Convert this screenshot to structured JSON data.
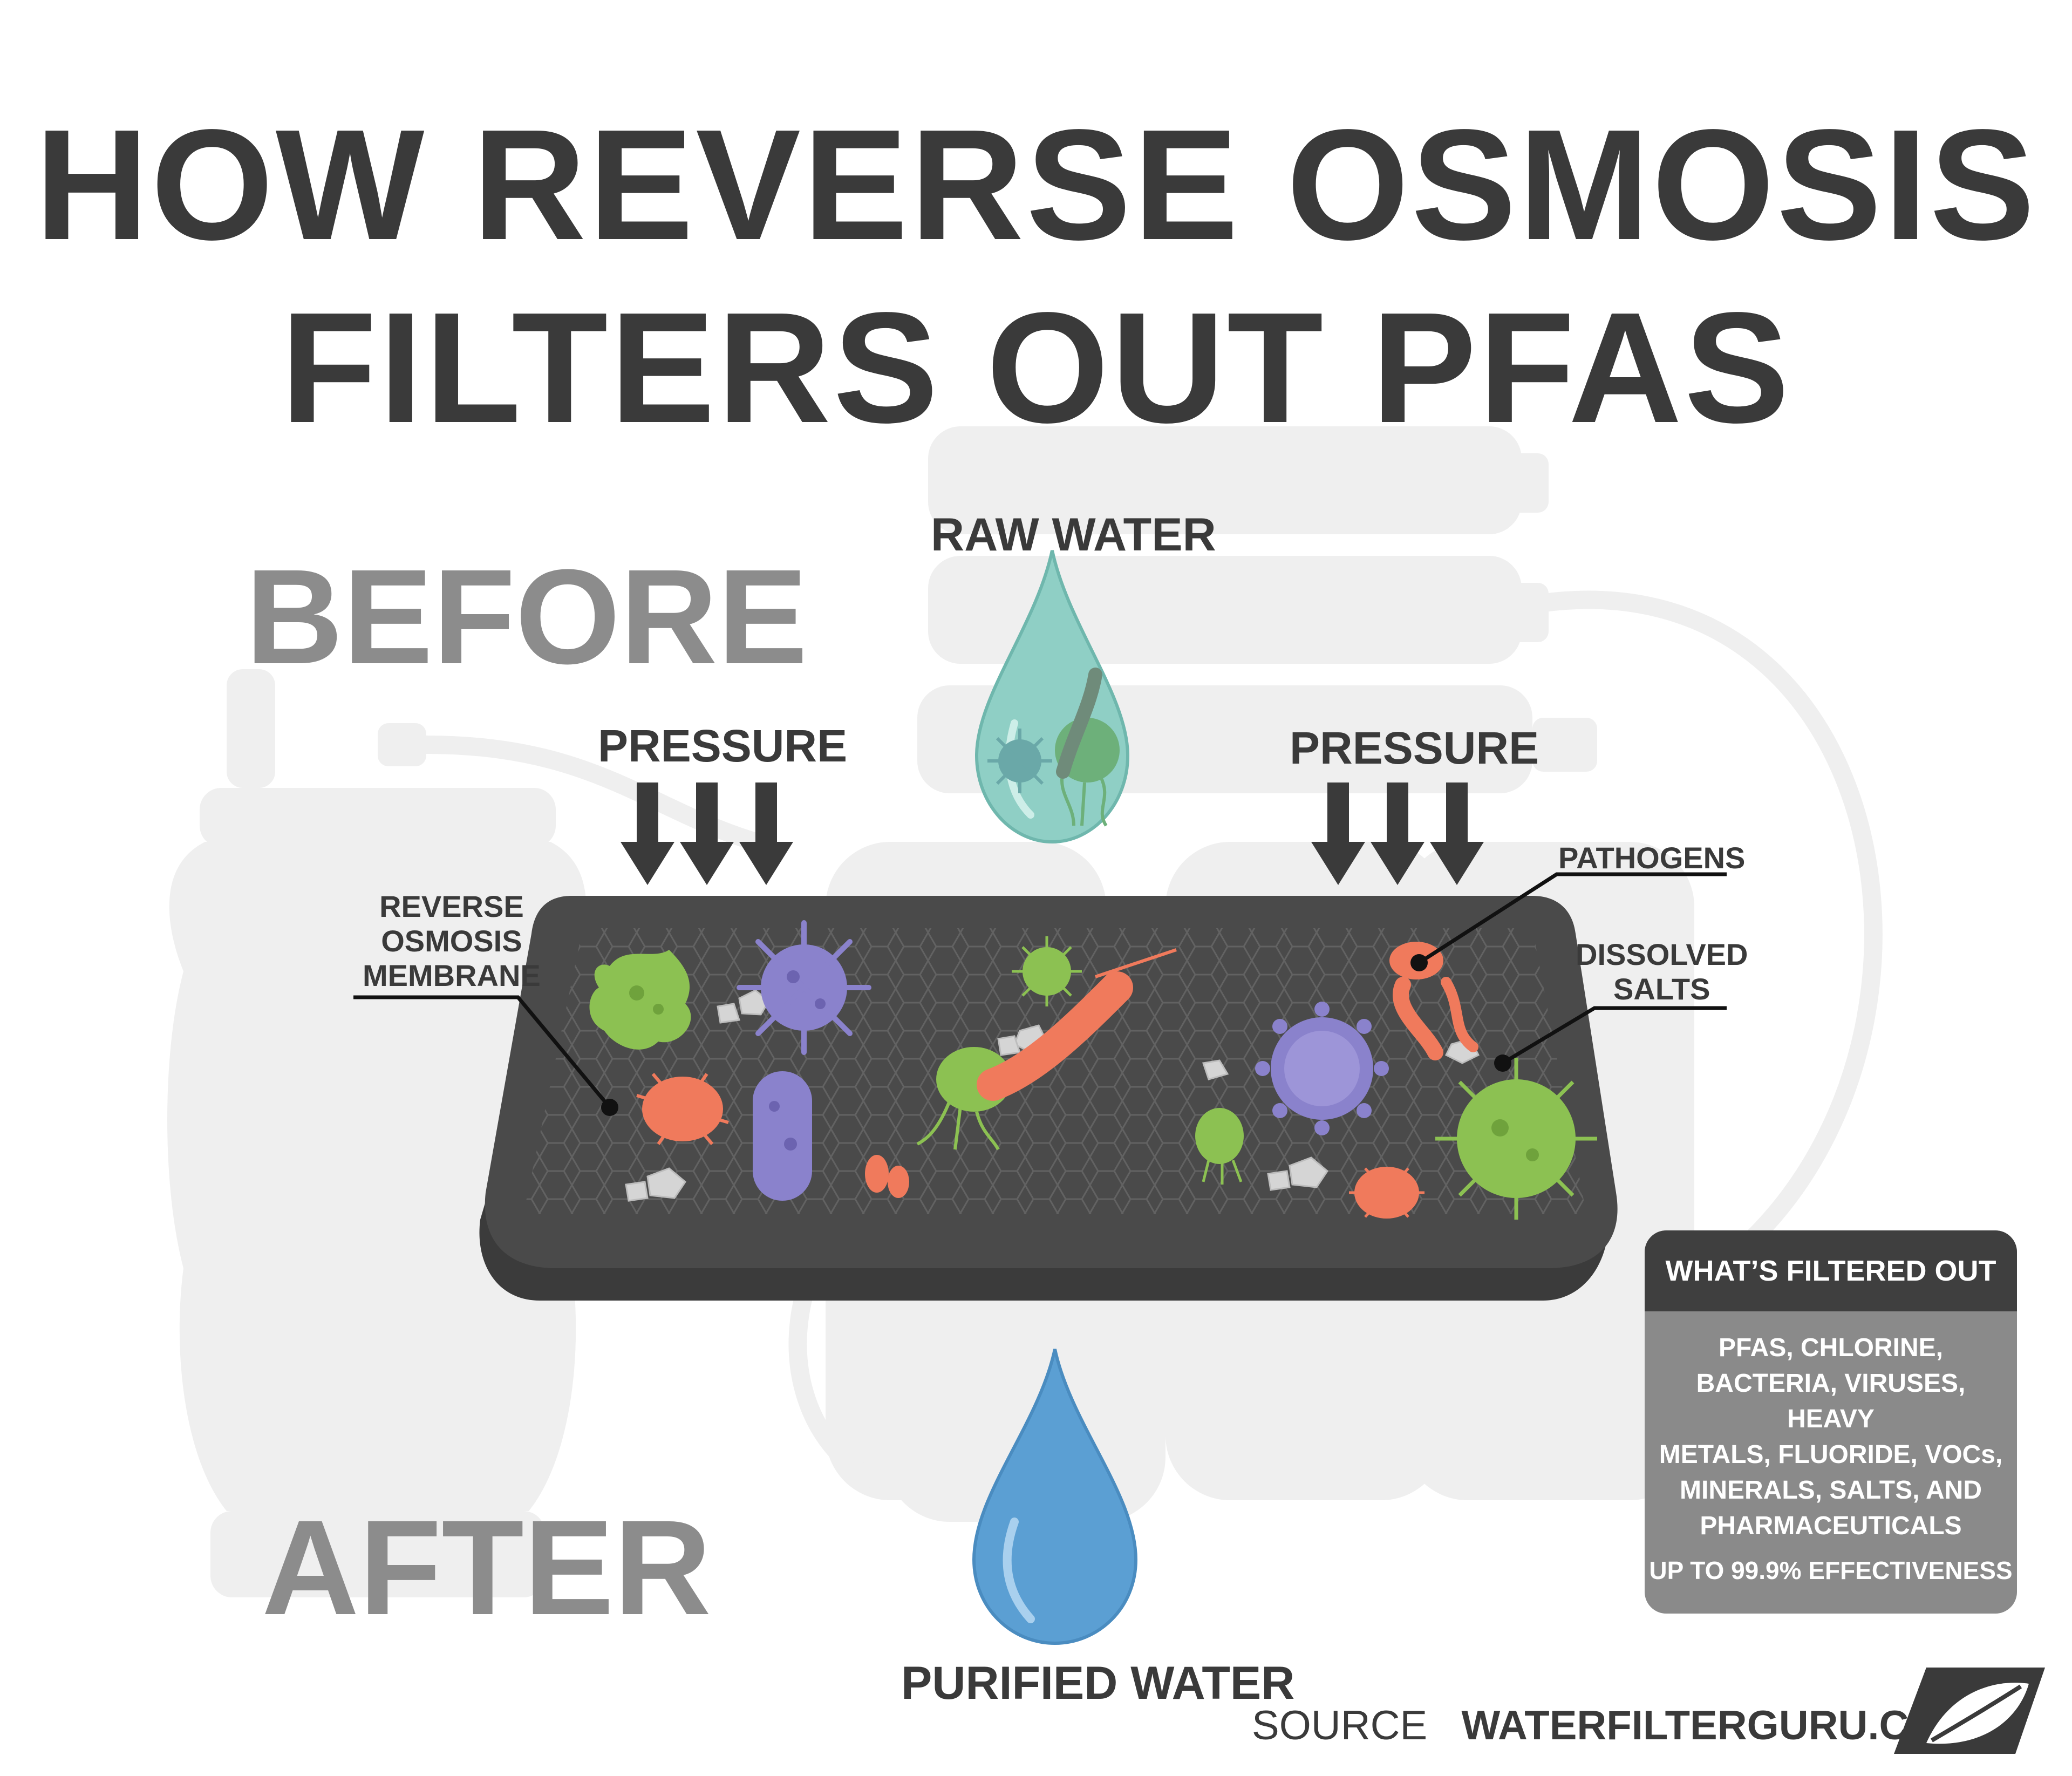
{
  "title": {
    "line1": "HOW REVERSE OSMOSIS",
    "line2": "FILTERS OUT PFAS"
  },
  "labels": {
    "before": "BEFORE",
    "after": "AFTER",
    "raw_water": "RAW WATER",
    "purified_water": "PURIFIED WATER",
    "pressure_left": "PRESSURE",
    "pressure_right": "PRESSURE"
  },
  "callouts": {
    "membrane": [
      "REVERSE",
      "OSMOSIS",
      "MEMBRANE"
    ],
    "pathogens": "PATHOGENS",
    "dissolved_salts": [
      "DISSOLVED",
      "SALTS"
    ]
  },
  "info_box": {
    "heading": "WHAT’S FILTERED OUT",
    "body_lines": [
      "PFAS, CHLORINE,",
      "BACTERIA, VIRUSES, HEAVY",
      "METALS, FLUORIDE, VOCs,",
      "MINERALS, SALTS, AND",
      "PHARMACEUTICALS"
    ],
    "footer": "UP TO 99.9% EFFECTIVENESS"
  },
  "source": {
    "label": "SOURCE",
    "site": "WATERFILTERGURU.COM"
  },
  "icons": [
    "water-drop-icon",
    "down-arrow-icon",
    "leaf-logo-icon",
    "bacteria-icon",
    "virus-icon",
    "salt-crystal-icon"
  ],
  "colors": {
    "text_dark": "#3a3a3a",
    "text_gray": "#8c8c8c",
    "membrane": "#4a4a4a",
    "raw_drop": "#8fcfc5",
    "purified_drop": "#5b9fd3",
    "bacteria_green": "#8cc152",
    "bacteria_purple": "#8a82cc",
    "bacteria_orange": "#f07a5c",
    "salt_gray": "#d5d5d5"
  }
}
